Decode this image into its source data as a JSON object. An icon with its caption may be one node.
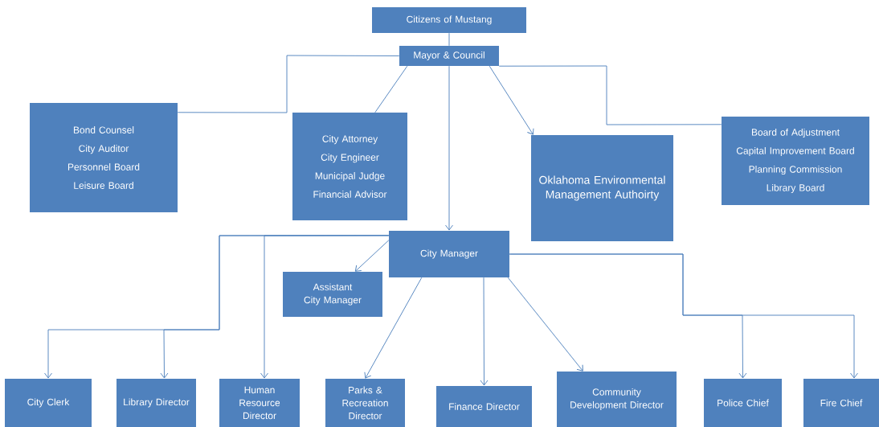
{
  "diagram": {
    "nodes": [
      {
        "text": [
          "Citizens of Mustang"
        ]
      },
      {
        "text": [
          "Mayor & Council"
        ]
      },
      {
        "text": [
          "Bond Counsel",
          "City Auditor",
          "Personnel Board",
          "Leisure Board"
        ]
      },
      {
        "text": [
          "City Attorney",
          "City Engineer",
          "Municipal Judge",
          "Financial Advisor"
        ]
      },
      {
        "text": [
          "Oklahoma Environmental Management Authoirty"
        ]
      },
      {
        "text": [
          "Board of Adjustment",
          "Capital Improvement Board",
          "Planning Commission",
          "Library Board"
        ]
      },
      {
        "text": [
          "City Manager"
        ]
      },
      {
        "text": [
          "Assistant City Manager"
        ]
      },
      {
        "text": [
          "City Clerk"
        ]
      },
      {
        "text": [
          "Library Director"
        ]
      },
      {
        "text": [
          "Human Resource Director"
        ]
      },
      {
        "text": [
          "Parks & Recreation Director"
        ]
      },
      {
        "text": [
          "Finance Director"
        ]
      },
      {
        "text": [
          "Community Development Director"
        ]
      },
      {
        "text": [
          "Police Chief"
        ]
      },
      {
        "text": [
          "Fire Chief"
        ]
      }
    ],
    "edges": [
      {
        "from": 0,
        "to": 1,
        "arrow": "none"
      },
      {
        "from": 1,
        "to": 2,
        "arrow": "none"
      },
      {
        "from": 1,
        "to": 3,
        "arrow": "none"
      },
      {
        "from": 1,
        "to": 6,
        "arrow": "to"
      },
      {
        "from": 1,
        "to": 4,
        "arrow": "to"
      },
      {
        "from": 1,
        "to": 5,
        "arrow": "none"
      },
      {
        "from": 6,
        "to": 7,
        "arrow": "to"
      },
      {
        "from": 6,
        "to": 8,
        "arrow": "to"
      },
      {
        "from": 6,
        "to": 9,
        "arrow": "to"
      },
      {
        "from": 6,
        "to": 10,
        "arrow": "to"
      },
      {
        "from": 6,
        "to": 11,
        "arrow": "to"
      },
      {
        "from": 6,
        "to": 12,
        "arrow": "to"
      },
      {
        "from": 6,
        "to": 13,
        "arrow": "to"
      },
      {
        "from": 6,
        "to": 14,
        "arrow": "to"
      },
      {
        "from": 6,
        "to": 15,
        "arrow": "to"
      }
    ]
  }
}
